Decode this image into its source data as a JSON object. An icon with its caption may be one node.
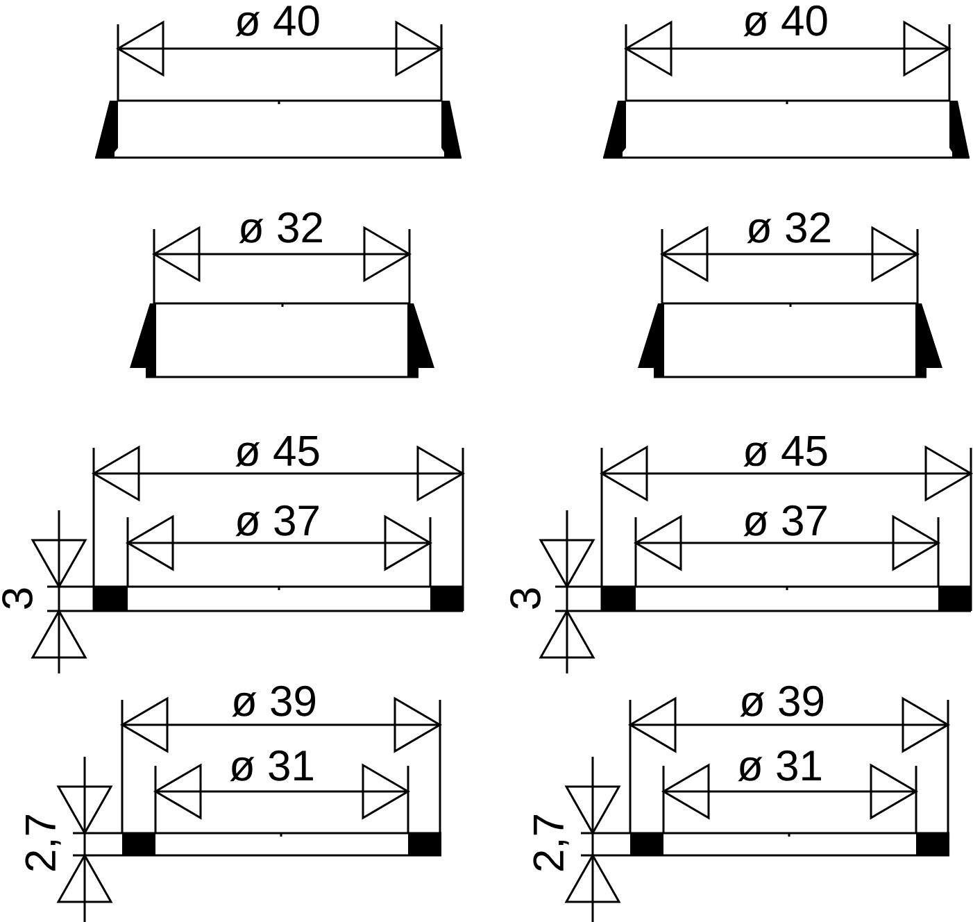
{
  "diagram": {
    "labels": [
      "ø 40",
      "ø 40",
      "ø 32",
      "ø 32",
      "ø 45",
      "ø 45",
      "ø 37",
      "ø 37",
      "3",
      "3",
      "ø 39",
      "ø 39",
      "ø 31",
      "ø 31",
      "2,7",
      "2,7"
    ]
  }
}
